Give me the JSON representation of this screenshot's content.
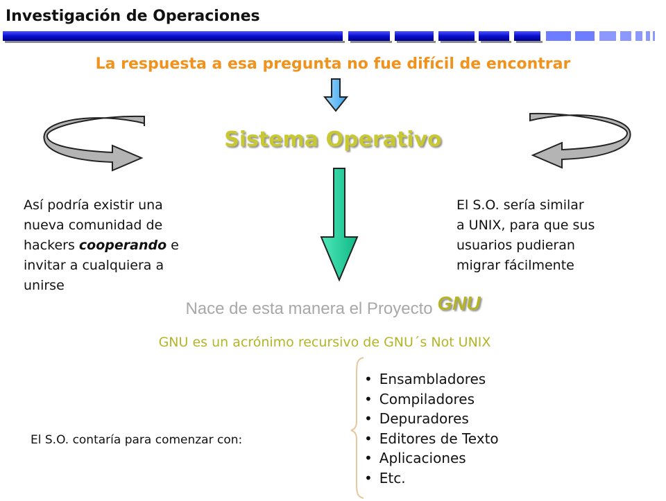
{
  "header": {
    "title": "Investigación de Operaciones"
  },
  "subtitle": "La respuesta a esa pregunta no fue difícil de encontrar",
  "main_heading": "Sistema Operativo",
  "left_paragraph": {
    "line1": "Así podría existir una",
    "line2": "nueva comunidad de",
    "line3_before": "hackers ",
    "line3_em": "cooperando",
    "line3_after": " e",
    "line4": "invitar a cualquiera a",
    "line5": "unirse"
  },
  "right_paragraph": {
    "line1": "El S.O. sería similar",
    "line2": "a UNIX, para que sus",
    "line3": "usuarios pudieran",
    "line4": "migrar fácilmente"
  },
  "gnu_line": {
    "prefix": "Nace de esta manera el Proyecto ",
    "name": "GNU"
  },
  "acronym": "GNU es un acrónimo recursivo de GNU´s Not UNIX",
  "contaria": "El S.O. contaría para comenzar con:",
  "tools": [
    "Ensambladores",
    "Compiladores",
    "Depuradores",
    "Editores de Texto",
    "Aplicaciones",
    "Etc."
  ],
  "colors": {
    "header_bar": "#0a10cc",
    "subtitle": "#f0921c",
    "heading": "#c8c832",
    "down_arrow_small": "#6ec0f5",
    "down_arrow_large": "#1ad39e",
    "curved_arrows": "#b4b4b4",
    "gnu": "#b4b42a",
    "brace": "#e6c89a"
  }
}
